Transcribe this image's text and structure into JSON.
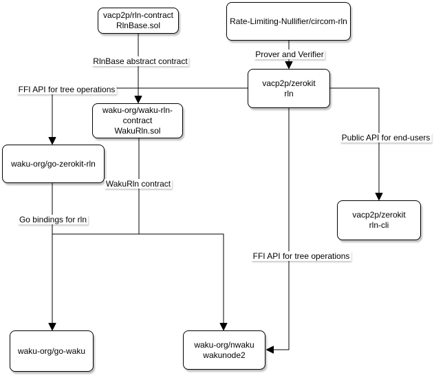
{
  "diagram": {
    "colors": {
      "background": "#ffffff",
      "node_fill": "#ffffff",
      "node_border": "#000000",
      "edge_stroke": "#000000",
      "text": "#000000"
    },
    "nodes": [
      {
        "id": "rln-contract",
        "label": "vacp2p/rln-contract\nRlnBase.sol"
      },
      {
        "id": "circom-rln",
        "label": "Rate-Limiting-Nullifier/circom-rln"
      },
      {
        "id": "zerokit-rln",
        "label": "vacp2p/zerokit\nrln"
      },
      {
        "id": "waku-rln-contract",
        "label": "waku-org/waku-rln-\ncontract\nWakuRln.sol"
      },
      {
        "id": "go-zerokit-rln",
        "label": "waku-org/go-zerokit-rln"
      },
      {
        "id": "zerokit-rln-cli",
        "label": "vacp2p/zerokit\nrln-cli"
      },
      {
        "id": "go-waku",
        "label": "waku-org/go-waku"
      },
      {
        "id": "nwaku",
        "label": "waku-org/nwaku\nwakunode2"
      }
    ],
    "edges": [
      {
        "from": "rln-contract",
        "to": [
          "waku-rln-contract"
        ],
        "label": "RlnBase abstract contract"
      },
      {
        "from": "circom-rln",
        "to": [
          "zerokit-rln"
        ],
        "label": "Prover and Verifier"
      },
      {
        "from": "zerokit-rln",
        "to": [
          "go-zerokit-rln"
        ],
        "label": "FFI API for tree operations"
      },
      {
        "from": "zerokit-rln",
        "to": [
          "zerokit-rln-cli"
        ],
        "label": "Public API for end-users"
      },
      {
        "from": "waku-rln-contract",
        "to": [
          "go-waku",
          "nwaku"
        ],
        "label": "WakuRln contract"
      },
      {
        "from": "go-zerokit-rln",
        "to": [
          "go-waku"
        ],
        "label": "Go bindings for rln"
      },
      {
        "from": "zerokit-rln",
        "to": [
          "nwaku"
        ],
        "label": "FFI API for tree operations"
      }
    ]
  }
}
